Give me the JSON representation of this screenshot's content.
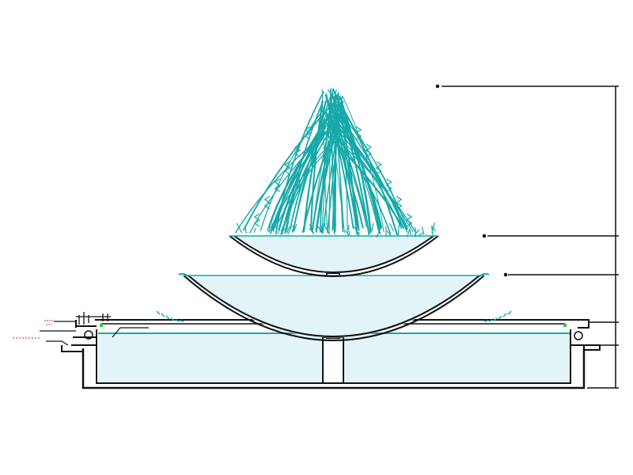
{
  "drawing": {
    "subject": "",
    "colors": {
      "background": "#ffffff",
      "line": "#111111",
      "water": "#e3f4f8",
      "spray": "#17a9a9",
      "accent_red": "#cc2222",
      "accent_green": "#33cc33"
    },
    "elements": {
      "spray_jets": 70,
      "tiers": [
        "top-bowl",
        "middle-bowl",
        "base-pool"
      ],
      "callout_leaders": 5,
      "left_side_annotations": 3
    }
  }
}
